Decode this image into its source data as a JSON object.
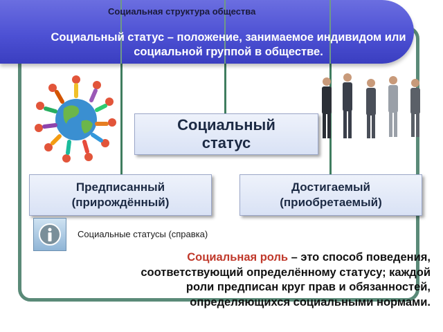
{
  "slide_title": "Социальная структура общества",
  "definition_status": {
    "term": "Социальный статус",
    "text": " – положение, занимаемое индивидом или социальной группой в обществе."
  },
  "center_box": {
    "line1": "Социальный",
    "line2": "статус"
  },
  "boxes": {
    "ascribed": {
      "line1": "Предписанный",
      "line2": "(прирождённый)"
    },
    "achieved": {
      "line1": "Достигаемый",
      "line2": "(приобретаемый)"
    }
  },
  "info": {
    "icon": "info-icon",
    "link_text": "Социальные статусы (справка)"
  },
  "definition_role": {
    "term": "Социальная роль",
    "line1_rest": " – это способ поведения,",
    "line2": "соответствующий определённому статусу; каждой",
    "line3": "роли предписан круг прав и обязанностей,",
    "line4": "определяющихся социальными нормами."
  },
  "images": {
    "left": "globe-people-image",
    "right": "business-people-image"
  },
  "colors": {
    "banner": "#4d51d4",
    "frame": "#5a8a78",
    "role_term": "#c0392b",
    "line": "#3f7d5f"
  }
}
